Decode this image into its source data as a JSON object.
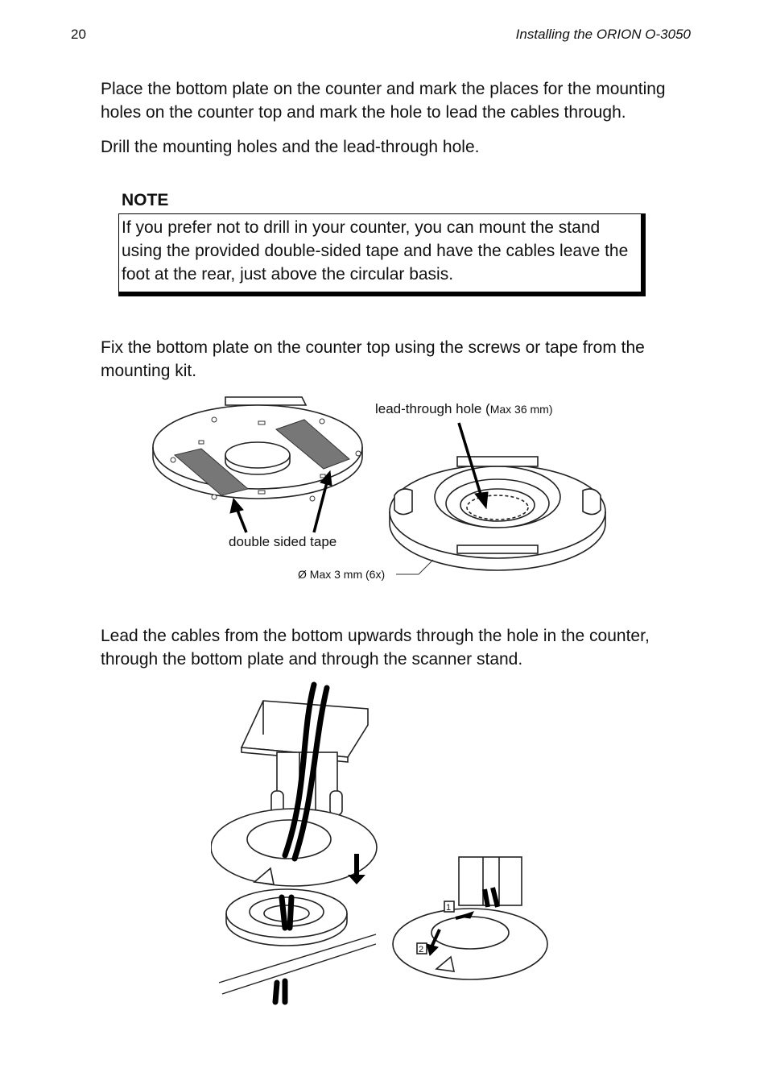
{
  "header": {
    "page_number": "20",
    "running_title": "Installing the ORION O-3050"
  },
  "body": {
    "para1": "Place the bottom plate on the counter and mark the places for the mounting holes on the counter top and mark the hole to lead the cables through.",
    "para2": "Drill the mounting holes and the lead-through hole.",
    "note": {
      "title": "NOTE",
      "text": "If you prefer not to drill in your counter, you can mount the stand using the provided double-sided tape and have the cables leave the foot at the rear, just above the circular basis."
    },
    "para3": "Fix the bottom plate on the counter top using the screws or tape from the mounting kit.",
    "para4": "Lead the cables from the bottom upwards through the hole in the counter, through the bottom plate and through the scanner stand."
  },
  "figure1": {
    "label_lead_through": "lead-through hole (",
    "label_lead_through_max": "Max 36 mm)",
    "label_tape": "double sided tape",
    "label_screw": "Ø  Max 3 mm (6x)"
  },
  "figure2": {
    "step1": "1",
    "step2": "2"
  }
}
